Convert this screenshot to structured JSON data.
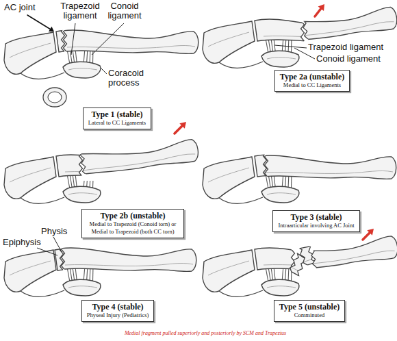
{
  "diagram": {
    "caption": "Medial fragment pulled superiorly and posteriorly by SCM and Trapezius",
    "nodes": [
      {
        "text": [
          "Type 1 (stable)",
          "Lateral to CC Ligaments"
        ]
      },
      {
        "text": [
          "Type 2a (unstable)",
          "Medial to CC Ligaments"
        ]
      },
      {
        "text": [
          "Type 2b (unstable)",
          "Medial to Trapezoid (Conoid torn) or Medial to Trapezoid (both CC torn)"
        ]
      },
      {
        "text": [
          "Type 3 (stable)",
          "Intraarticular involving AC Joint"
        ]
      },
      {
        "text": [
          "Type 4 (stable)",
          "Physeal Injury (Pediatrics)"
        ]
      },
      {
        "text": [
          "Type 5 (unstable)",
          "Comminuted"
        ]
      }
    ],
    "labels": [
      "AC joint",
      "Trapezoid ligament",
      "Conoid ligament",
      "Coracoid process",
      "Trapezoid ligament",
      "Conoid ligament",
      "Epiphysis",
      "Physis"
    ]
  }
}
